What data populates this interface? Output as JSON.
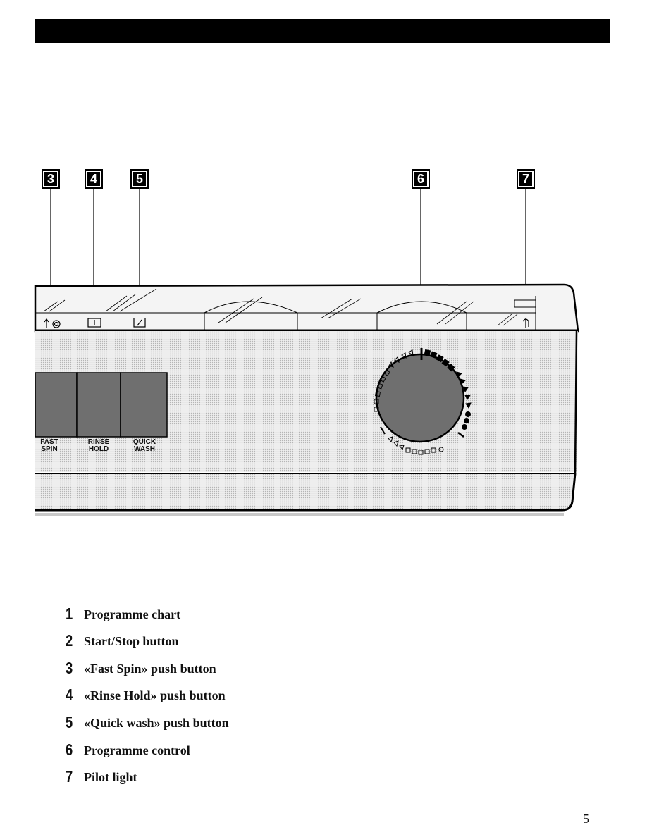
{
  "callouts": [
    "3",
    "4",
    "5",
    "6",
    "7"
  ],
  "buttons": [
    {
      "line1": "FAST",
      "line2": "SPIN"
    },
    {
      "line1": "RINSE",
      "line2": "HOLD"
    },
    {
      "line1": "QUICK",
      "line2": "WASH"
    }
  ],
  "legend": [
    {
      "number": "1",
      "text": "Programme chart"
    },
    {
      "number": "2",
      "text": "Start/Stop button"
    },
    {
      "number": "3",
      "text": "«Fast Spin» push button"
    },
    {
      "number": "4",
      "text": "«Rinse Hold» push button"
    },
    {
      "number": "5",
      "text": "«Quick wash» push button"
    },
    {
      "number": "6",
      "text": "Programme control"
    },
    {
      "number": "7",
      "text": "Pilot light"
    }
  ],
  "page_number": "5"
}
